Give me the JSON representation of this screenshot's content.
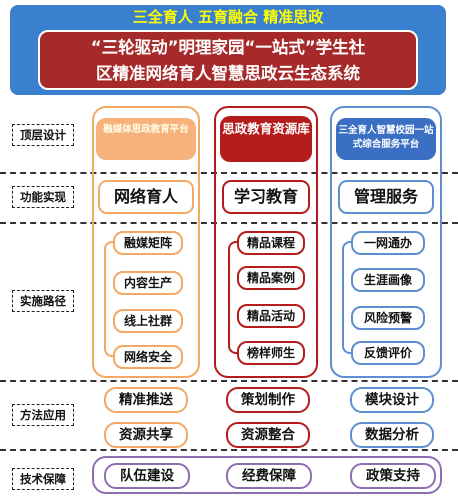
{
  "banner": {
    "title": "三全育人 五育融合 精准思政",
    "subtitle_line1": "“三轮驱动”明理家园“一站式”学生社",
    "subtitle_line2": "区精准网络育人智慧思政云生态系统"
  },
  "row_labels": [
    "顶层设计",
    "功能实现",
    "实施路径",
    "方法应用",
    "技术保障"
  ],
  "columns": [
    {
      "header": "融媒体思政教育平台",
      "function": "网络育人",
      "items": [
        "融媒矩阵",
        "内容生产",
        "线上社群",
        "网络安全"
      ],
      "methods": [
        "精准推送",
        "资源共享"
      ],
      "color": "#f3a863"
    },
    {
      "header": "思政教育资源库",
      "function": "学习教育",
      "items": [
        "精品课程",
        "精品案例",
        "精品活动",
        "榜样师生"
      ],
      "methods": [
        "策划制作",
        "资源整合"
      ],
      "color": "#b51c1c"
    },
    {
      "header": "三全育人智慧校园一站式综合服务平台",
      "function": "管理服务",
      "items": [
        "一网通办",
        "生涯画像",
        "风险预警",
        "反馈评价"
      ],
      "methods": [
        "模块设计",
        "数据分析"
      ],
      "color": "#5d8fcf"
    }
  ],
  "tech": [
    "队伍建设",
    "经费保障",
    "政策支持"
  ],
  "colors": {
    "banner_blue": "#3b7fcf",
    "banner_red": "#a62a2a",
    "tech_purple": "#8e6fb4"
  }
}
